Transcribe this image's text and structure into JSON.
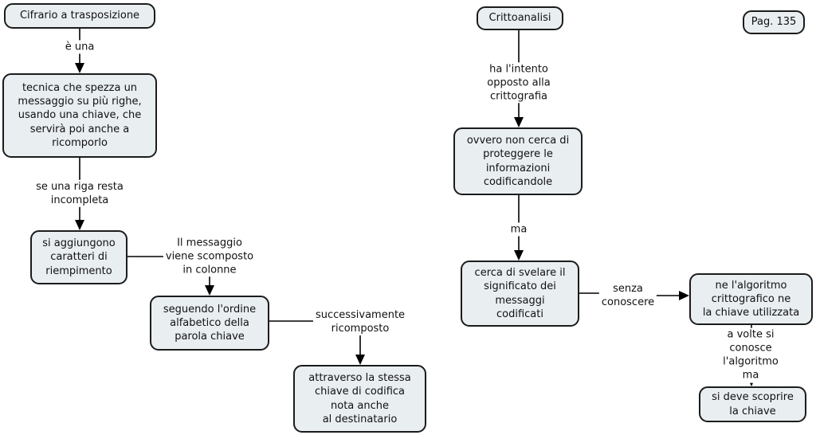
{
  "map": {
    "nodes": {
      "cifrario": "Cifrario a trasposizione",
      "tecnica": "tecnica che spezza un\nmessaggio su più righe,\nusando una chiave, che\nservirà poi anche a\nricomporlo",
      "aggiungono": "si aggiungono\ncaratteri di\nriempimento",
      "seguendo": "seguendo l'ordine\nalfabetico della\nparola chiave",
      "attraverso": "attraverso la stessa\nchiave di codifica\nnota anche\nal destinatario",
      "crittoanalisi": "Crittoanalisi",
      "ovvero": "ovvero non cerca di\nproteggere le\ninformazioni\ncodificandole",
      "cerca": "cerca di svelare il\nsignificato dei\nmessaggi\ncodificati",
      "ne_algoritmo": "ne l'algoritmo\ncrittografico ne\nla chiave utilizzata",
      "si_deve": "si deve scoprire\nla chiave"
    },
    "links": {
      "e_una": "è una",
      "se_una_riga": "se una riga resta\nincompleta",
      "il_messaggio": "Il messaggio\nviene scomposto\nin colonne",
      "successivamente": "successivamente\nricomposto",
      "ha_intento": "ha l'intento\nopposto alla\ncrittografia",
      "ma": "ma",
      "senza_conoscere": "senza\nconoscere",
      "a_volte": "a volte si conosce\nl'algoritmo ma"
    },
    "page_badge": "Pag. 135",
    "colors": {
      "node_fill": "#e9eef1",
      "node_border": "#1c1c1c",
      "connector": "#000000",
      "background": "#ffffff"
    }
  }
}
